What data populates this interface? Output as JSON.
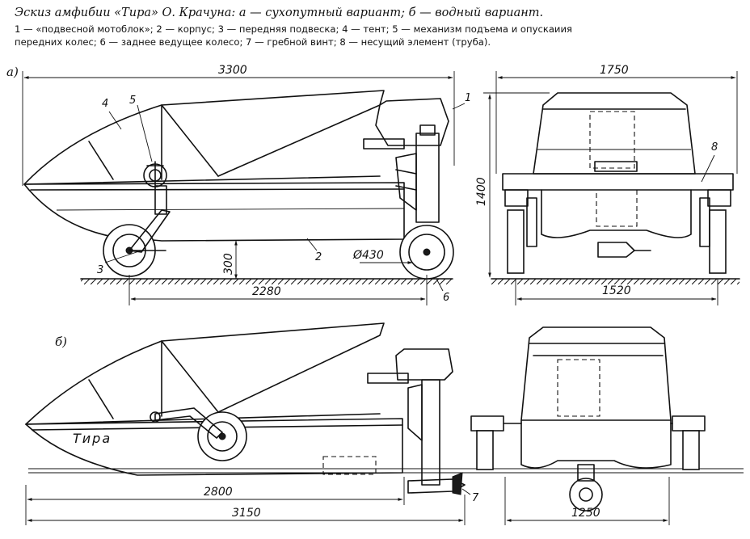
{
  "caption": {
    "title": "Эскиз амфибии «Тира» О. Крачуна: а — сухопутный вариант; б — водный вариант.",
    "legend_line1": "1 — «подвесной мотоблок»; 2 — корпус; 3 — передняя подвеска; 4 — тент; 5 — механизм подъема и опускаиия",
    "legend_line2": "передних колес; 6 — заднее ведущее колесо; 7 — гребной винт; 8 — несущий элемент (труба)."
  },
  "view_a": {
    "label": "а)",
    "dims": {
      "length": "3300",
      "wheelbase": "2280",
      "clearance": "300",
      "wheel_dia": "Ø430",
      "width": "1750",
      "height": "1400",
      "track": "1520"
    },
    "callouts": [
      "1",
      "2",
      "3",
      "4",
      "5",
      "6",
      "8"
    ]
  },
  "view_b": {
    "label": "б)",
    "hull_name": "Тира",
    "dims": {
      "waterline_length": "2800",
      "length": "3150",
      "track": "1250"
    },
    "callouts": [
      "7"
    ]
  }
}
